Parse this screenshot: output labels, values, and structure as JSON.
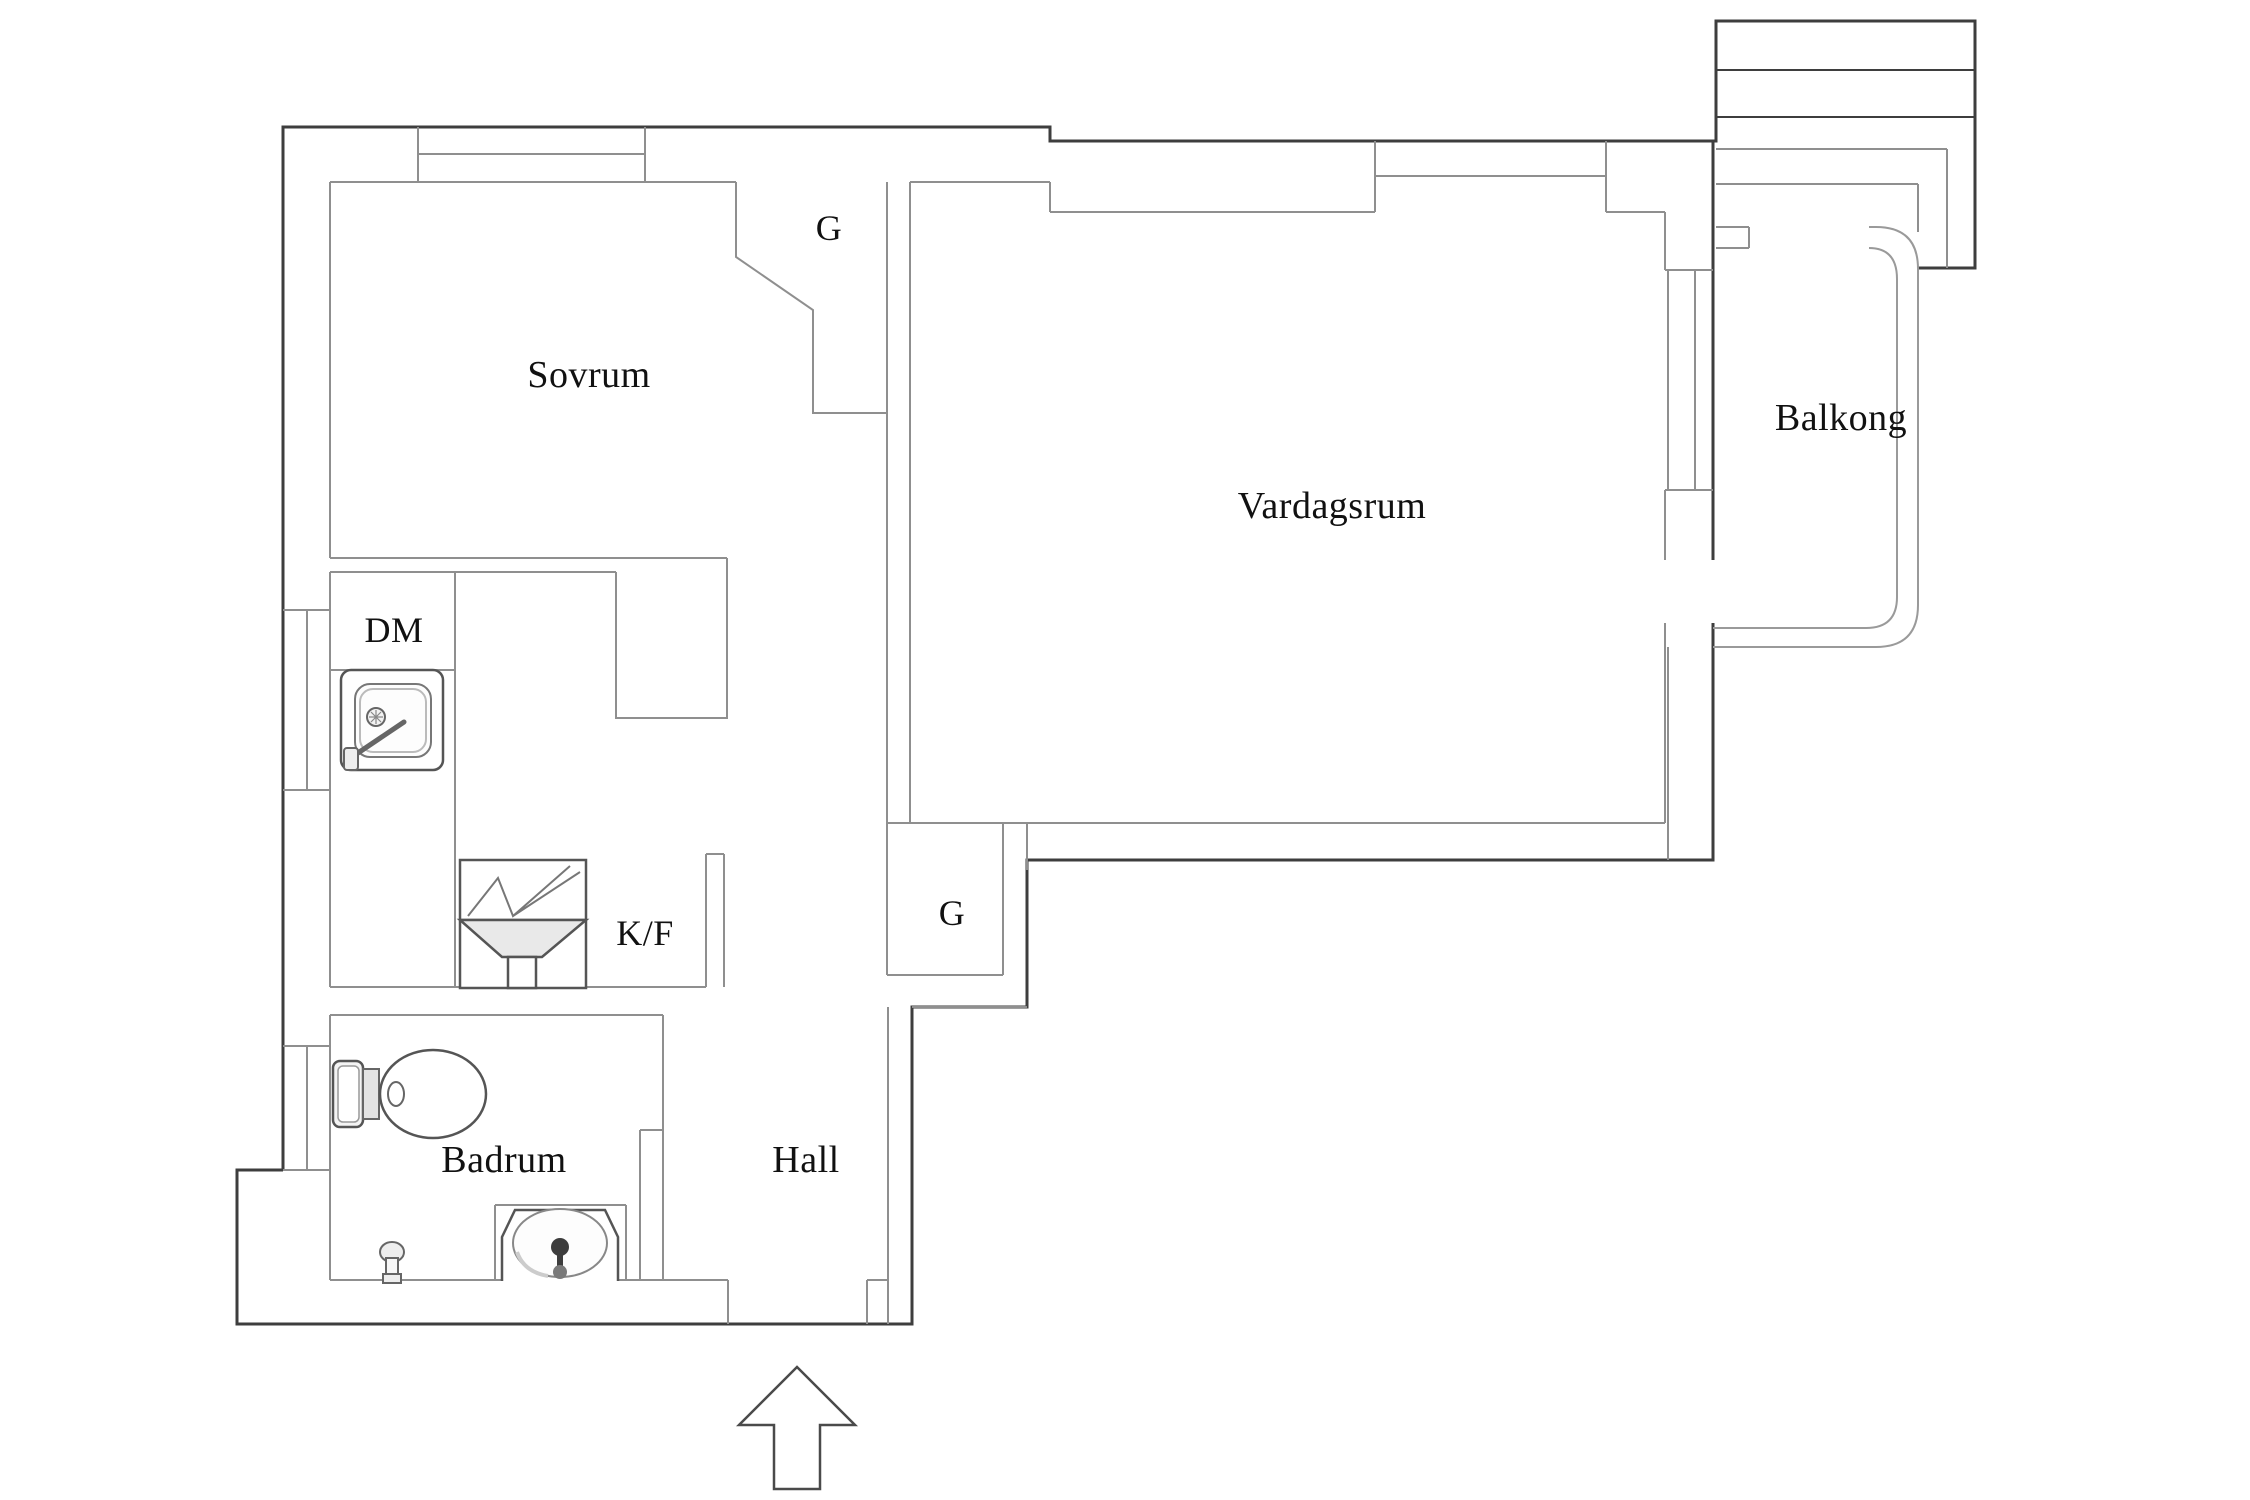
{
  "plan": {
    "title": "Apartment floor plan",
    "background_color": "#ffffff",
    "outer_wall_color": "#3e3e3e",
    "inner_wall_color": "#8f8f8f",
    "text_color": "#111111",
    "rooms": [
      {
        "id": "sovrum",
        "label": "Sovrum"
      },
      {
        "id": "garderob-top",
        "label": "G"
      },
      {
        "id": "vardagsrum",
        "label": "Vardagsrum"
      },
      {
        "id": "balkong",
        "label": "Balkong"
      },
      {
        "id": "dm",
        "label": "DM"
      },
      {
        "id": "kf",
        "label": "K/F"
      },
      {
        "id": "garderob-mid",
        "label": "G"
      },
      {
        "id": "badrum",
        "label": "Badrum"
      },
      {
        "id": "hall",
        "label": "Hall"
      }
    ],
    "fixtures": [
      "kitchen-sink-icon",
      "stove-fan-icon",
      "toilet-icon",
      "washbasin-icon",
      "floor-drain-icon",
      "entrance-arrow-icon",
      "balcony-railing",
      "stair-block"
    ]
  }
}
